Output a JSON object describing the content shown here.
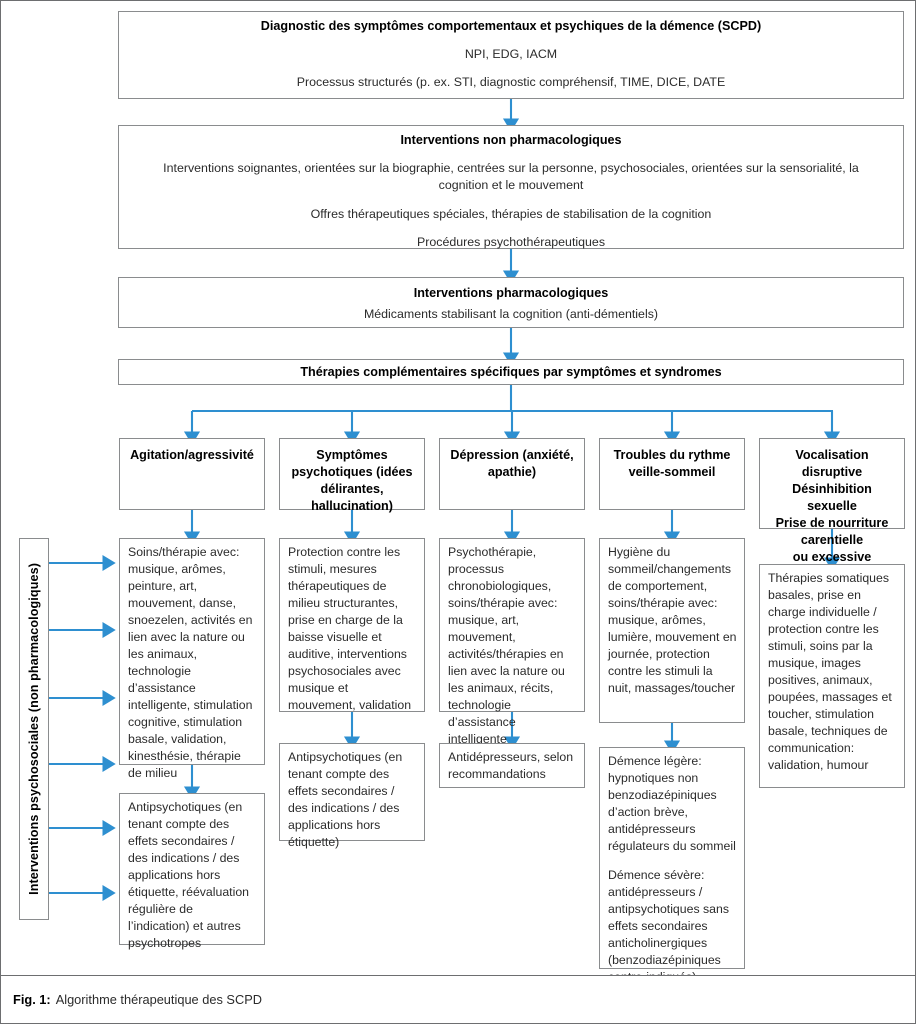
{
  "figure": {
    "caption_label": "Fig. 1:",
    "caption_text": "Algorithme thérapeutique des SCPD",
    "accent_color": "#2E8FD0",
    "box_border_color": "#8a8c8e",
    "frame_color": "#6d6e70"
  },
  "side_label": {
    "text": "Interventions psychosociales (non pharmacologiques)"
  },
  "stages": {
    "diagnostic": {
      "title": "Diagnostic des symptômes comportementaux et psychiques de la démence (SCPD)",
      "line1": "NPI, EDG, IACM",
      "line2": "Processus structurés (p. ex. STI, diagnostic compréhensif, TIME, DICE, DATE"
    },
    "non_pharma": {
      "title": "Interventions non pharmacologiques",
      "line1": "Interventions soignantes, orientées sur la biographie, centrées sur la personne, psychosociales, orientées sur la sensorialité, la cognition et le mouvement",
      "line2": "Offres thérapeutiques spéciales, thérapies de stabilisation de la cognition",
      "line3": "Procédures psychothérapeutiques"
    },
    "pharma": {
      "title": "Interventions pharmacologiques",
      "line1": "Médicaments stabilisant la cognition (anti-démentiels)"
    },
    "complementary": {
      "title": "Thérapies complémentaires spécifiques par symptômes et syndromes"
    }
  },
  "columns": [
    {
      "id": "agitation",
      "header": "Agitation/agressivité",
      "boxes": [
        {
          "id": "agitation-nonpharm",
          "paragraphs": [
            "Soins/thérapie avec: musique, arômes, peinture, art, mouvement, danse, snoezelen, activités en lien avec la nature ou les animaux, technologie d’assistance intelligente, stimulation cognitive, stimulation basale, validation, kinesthésie, thérapie de milieu"
          ]
        },
        {
          "id": "agitation-pharm",
          "paragraphs": [
            "Antipsychotiques (en tenant compte des effets secondaires / des indications / des applications hors étiquette, réévaluation régulière de l’indication) et autres psychotropes"
          ]
        }
      ]
    },
    {
      "id": "psychotic",
      "header": "Symptômes psychotiques (idées délirantes, hallucination)",
      "boxes": [
        {
          "id": "psychotic-nonpharm",
          "paragraphs": [
            "Protection contre les stimuli, mesures thérapeutiques de milieu structurantes, prise en charge de la baisse visuelle et auditive, interventions psychosociales avec musique et mouvement, validation"
          ]
        },
        {
          "id": "psychotic-pharm",
          "paragraphs": [
            "Antipsychotiques (en tenant compte des effets secondaires / des indications / des applications hors étiquette)"
          ]
        }
      ]
    },
    {
      "id": "depression",
      "header": "Dépression (anxiété, apathie)",
      "boxes": [
        {
          "id": "depression-nonpharm",
          "paragraphs": [
            "Psychothérapie, processus chronobiologiques, soins/thérapie avec: musique, art, mouvement, activités/thérapies en lien avec la nature ou les animaux, récits, technologie d’assistance intelligente"
          ]
        },
        {
          "id": "depression-pharm",
          "paragraphs": [
            "Antidépresseurs, selon recommandations"
          ]
        }
      ]
    },
    {
      "id": "sleep",
      "header": "Troubles du rythme veille-sommeil",
      "boxes": [
        {
          "id": "sleep-nonpharm",
          "paragraphs": [
            "Hygiène du sommeil/changements de comportement, soins/thérapie avec: musique, arômes, lumière, mouvement en journée, protection contre les stimuli la nuit, massages/toucher"
          ]
        },
        {
          "id": "sleep-pharm",
          "paragraphs": [
            "Démence légère: hypnotiques non benzodiazépiniques d’action brève, antidépresseurs régulateurs du sommeil",
            "Démence sévère: antidépresseurs / antipsychotiques sans effets secondaires anticholinergiques (benzodiazépiniques contre-indiqués)"
          ]
        }
      ]
    },
    {
      "id": "disruptive",
      "header": "Vocalisation disruptive Désinhibition sexuelle Prise de nourriture carentielle ou excessive",
      "header_lines": [
        "Vocalisation disruptive",
        "Désinhibition sexuelle",
        "Prise de nourriture",
        "carentielle",
        "ou excessive"
      ],
      "boxes": [
        {
          "id": "disruptive-nonpharm",
          "paragraphs": [
            "Thérapies somatiques basales, prise en charge individuelle / protection contre les stimuli, soins par la musique, images positives, animaux, poupées, massages et toucher, stimulation basale, techniques de communication: validation, humour"
          ]
        }
      ]
    }
  ]
}
